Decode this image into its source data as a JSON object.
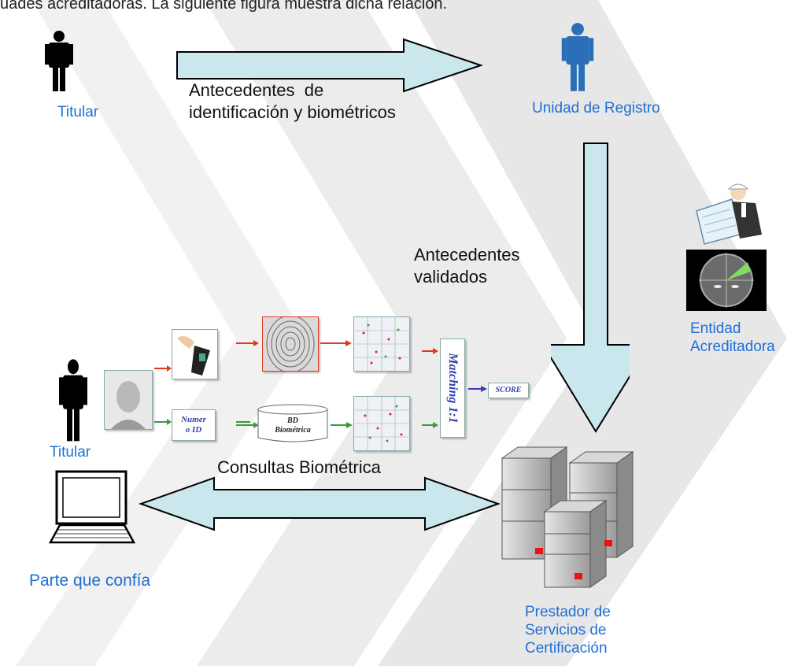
{
  "header_text": "uades acreditadoras.  La siguiente figura muestra dicha relación.",
  "labels": {
    "titular_top": "Titular",
    "antecedentes_id": "Antecedentes  de\nidentificación y biométricos",
    "unidad_registro": "Unidad de Registro",
    "antecedentes_validados": "Antecedentes\nvalidados",
    "entidad_acreditadora": "Entidad\nAcreditadora",
    "titular_bottom": "Titular",
    "consultas": "Consultas Biométrica",
    "parte_confia": "Parte que confía",
    "prestador": "Prestador de\nServicios de\nCertificación"
  },
  "biometric_flow": {
    "id_box": "Numer\no ID",
    "bd_box": "BD\nBiométrica",
    "matching": "Matching 1:1",
    "score": "SCORE"
  },
  "colors": {
    "arrow_fill": "#c9e7ec",
    "label_blue": "#1f6fd6",
    "flow_red": "#e03a1e",
    "flow_green": "#3b9a3b",
    "flow_blue": "#3340b0"
  }
}
